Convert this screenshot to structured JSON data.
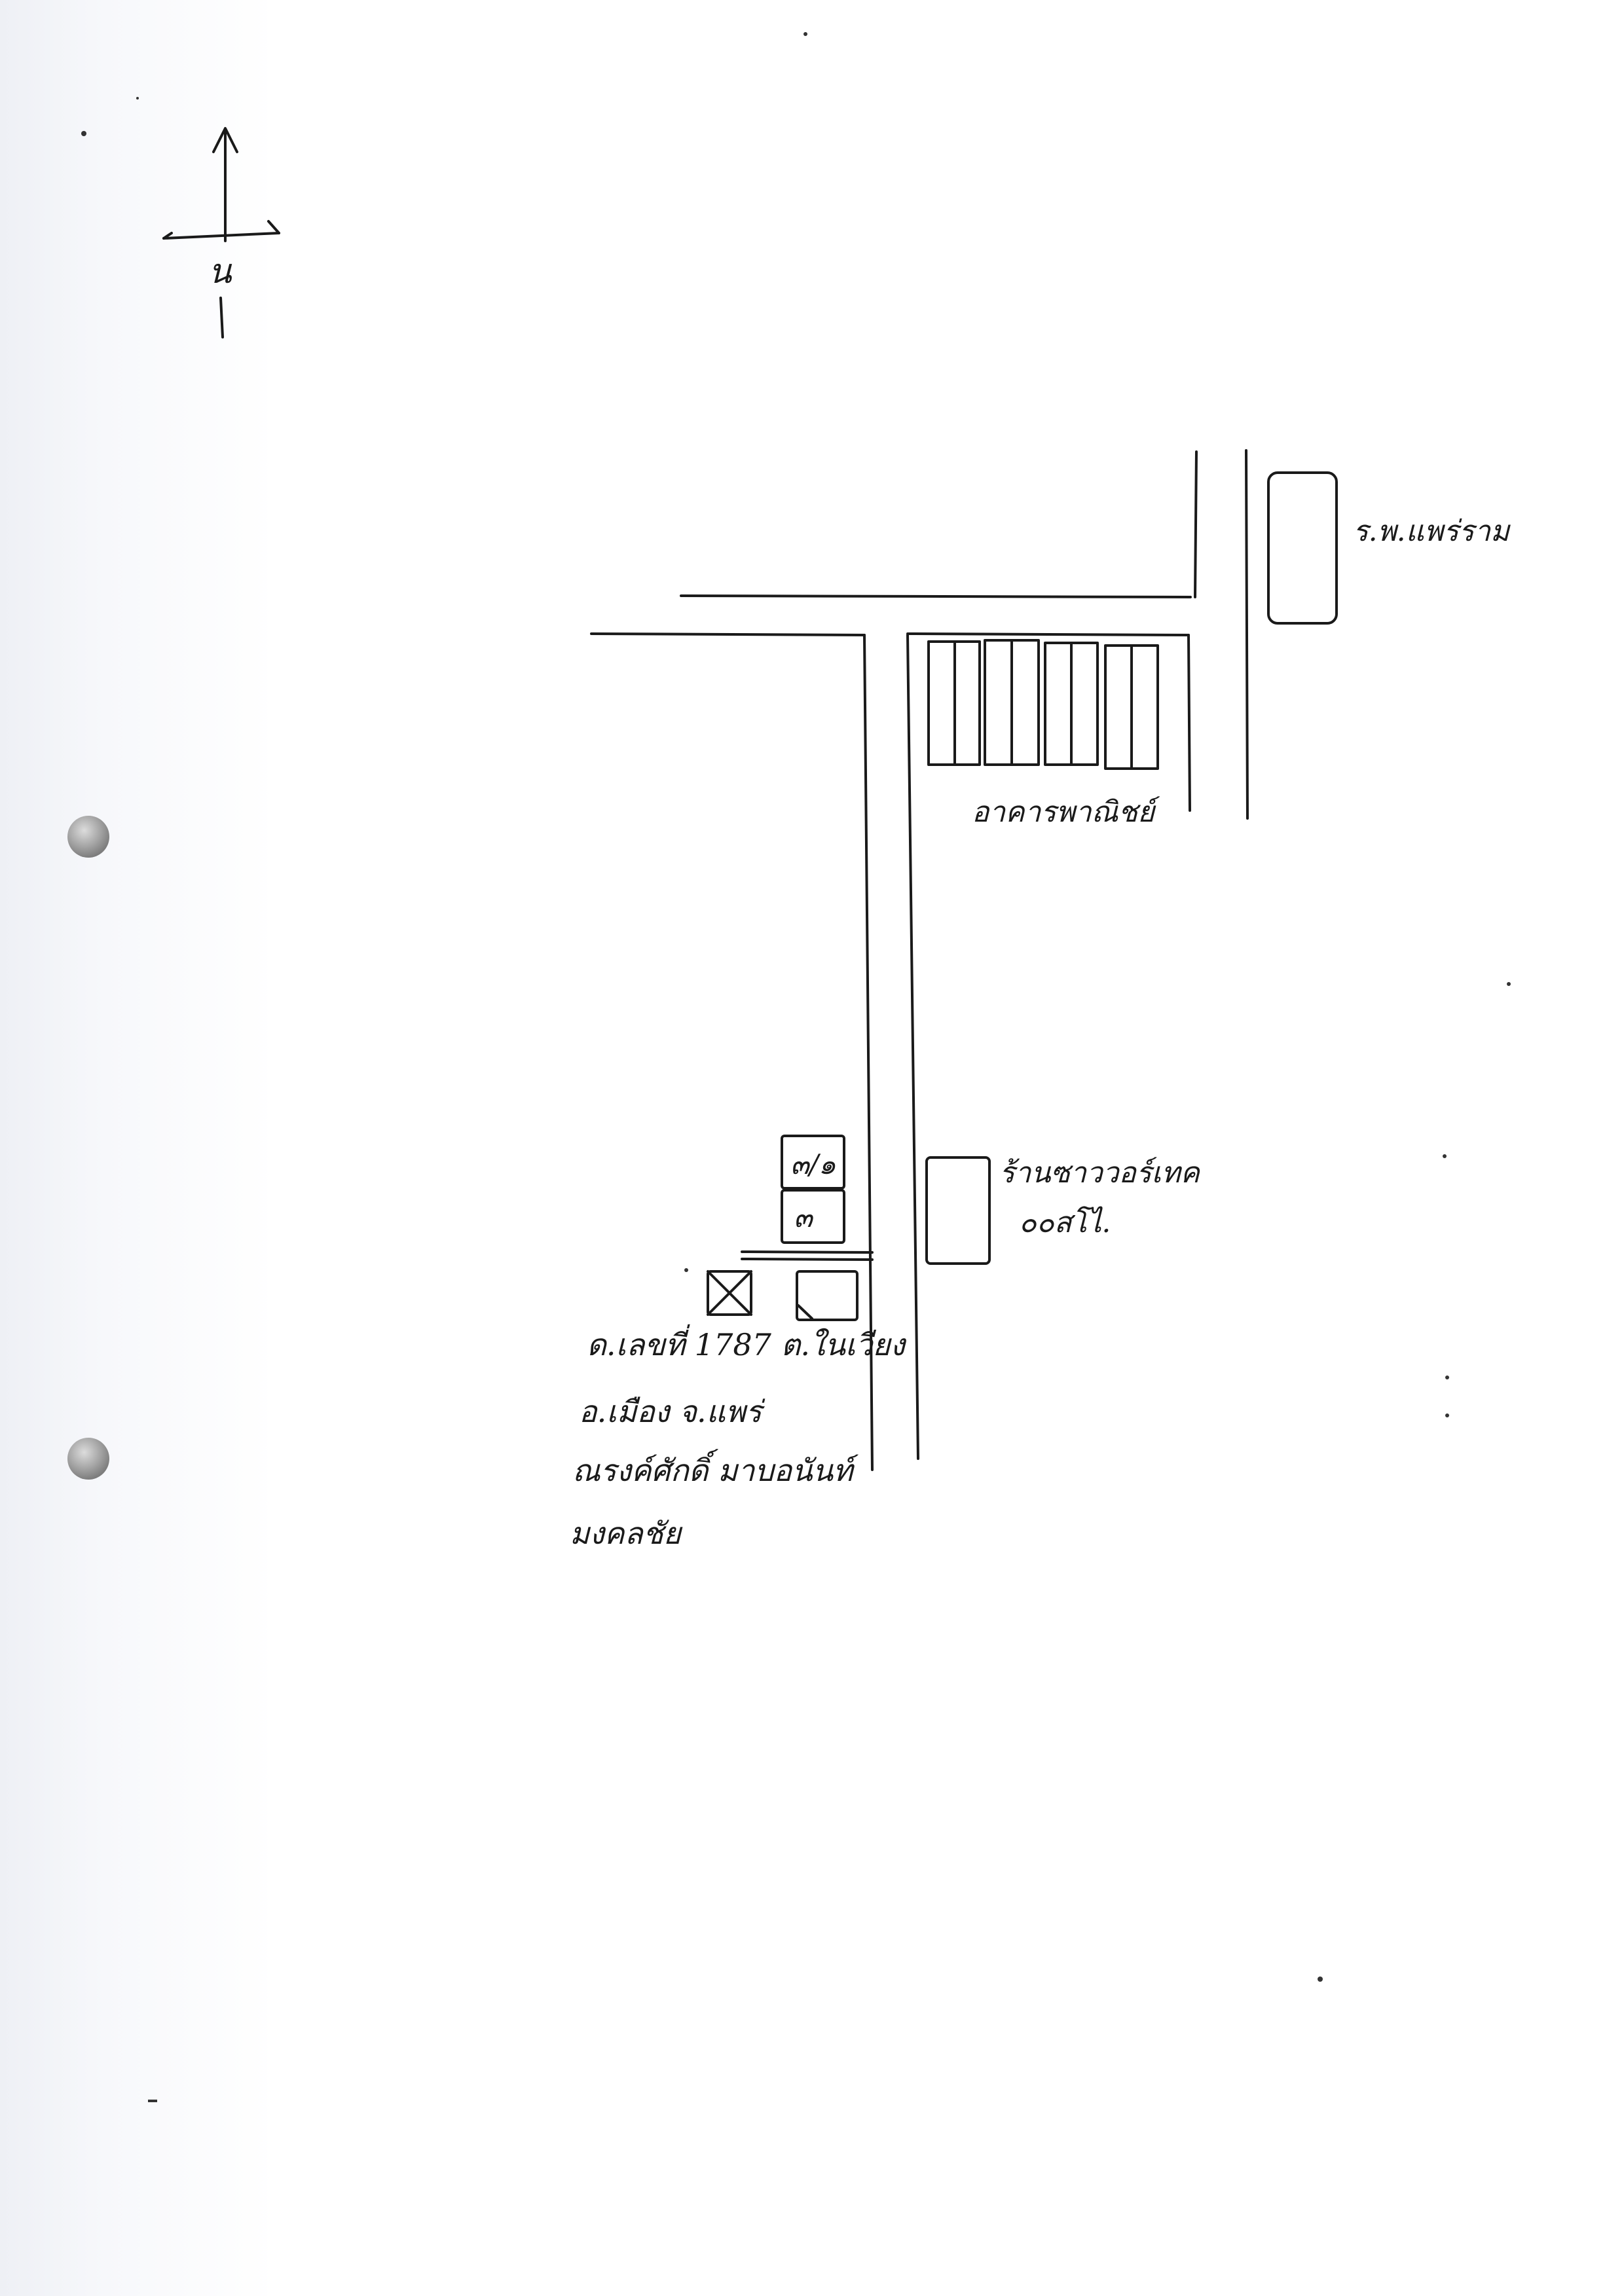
{
  "compass": {
    "north_label": "น"
  },
  "labels": {
    "hospital": "ร.พ.แพร่ราม",
    "shophouses": "อาคารพาณิชย์",
    "shop_line1": "ร้านซาววอร์เทค",
    "shop_line2": "๐๐สโไ.",
    "house_1": "๓/๑",
    "house_2": "๓"
  },
  "address": {
    "line1": "ด.เลขที่ 1787 ต.ในเวียง",
    "line2": "อ.เมือง จ.แพร่",
    "line3": "ณรงค์ศักดิ์ มาบอนันท์",
    "line4": "มงคลชัย"
  }
}
